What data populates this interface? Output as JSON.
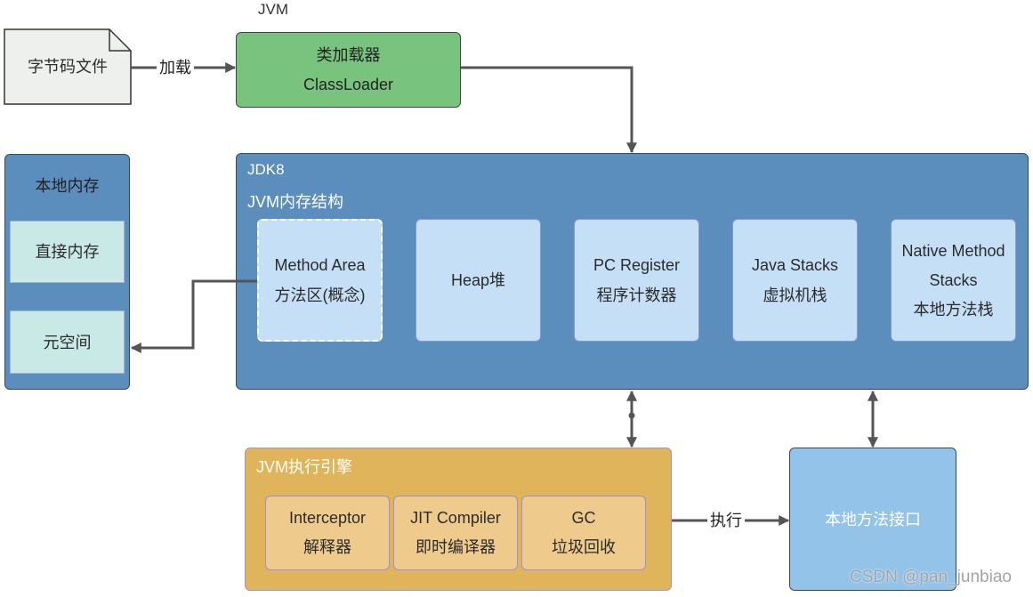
{
  "header": {
    "jvm_label": "JVM"
  },
  "bytecode_file": {
    "label": "字节码文件"
  },
  "load_edge": {
    "label": "加载"
  },
  "classloader": {
    "title_cn": "类加载器",
    "title_en": "ClassLoader"
  },
  "jdk8": {
    "version": "JDK8",
    "title": "JVM内存结构",
    "areas": [
      {
        "name_en": "Method Area",
        "name_cn": "方法区(概念)"
      },
      {
        "name": "Heap堆"
      },
      {
        "name_en": "PC Register",
        "name_cn": "程序计数器"
      },
      {
        "name_en": "Java Stacks",
        "name_cn": "虚拟机栈"
      },
      {
        "name_en_1": "Native Method",
        "name_en_2": "Stacks",
        "name_cn": "本地方法栈"
      }
    ]
  },
  "native_memory": {
    "title": "本地内存",
    "items": [
      "直接内存",
      "元空间"
    ]
  },
  "execution_engine": {
    "title": "JVM执行引擎",
    "components": [
      {
        "name_en": "Interceptor",
        "name_cn": "解释器"
      },
      {
        "name_en": "JIT Compiler",
        "name_cn": "即时编译器"
      },
      {
        "name_en": "GC",
        "name_cn": "垃圾回收"
      }
    ]
  },
  "execute_edge": {
    "label": "执行"
  },
  "native_interface": {
    "label": "本地方法接口"
  },
  "watermark": "CSDN @pan_junbiao",
  "colors": {
    "classloader": "#78c47f",
    "memory_panel": "#5b8ebd",
    "memory_area": "#c5dff6",
    "native_item": "#c8e9e5",
    "engine": "#dfb45a",
    "engine_item": "#eecb8d",
    "native_interface": "#94c3e9",
    "connector": "#555555"
  }
}
